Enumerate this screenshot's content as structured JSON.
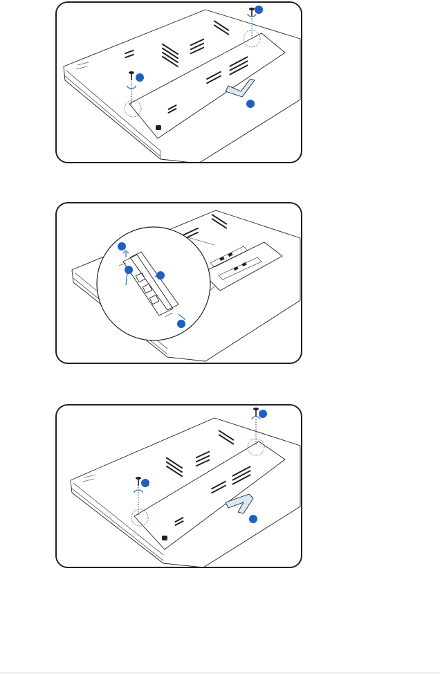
{
  "figures": [
    {
      "id": "remove-cover",
      "icons": [
        "screw-icon",
        "rotate-ccw-icon",
        "slide-arrow-icon",
        "step-circle-icon"
      ]
    },
    {
      "id": "remove-memory",
      "icons": [
        "memory-module-icon",
        "step-circle-icon",
        "arrow-icon"
      ]
    },
    {
      "id": "replace-cover",
      "icons": [
        "screw-icon",
        "rotate-cw-icon",
        "slide-arrow-icon",
        "step-circle-icon"
      ]
    }
  ],
  "colors": {
    "step_marker": "#1f5fbf",
    "highlight": "#4a8fd6",
    "outline": "#231f20"
  }
}
